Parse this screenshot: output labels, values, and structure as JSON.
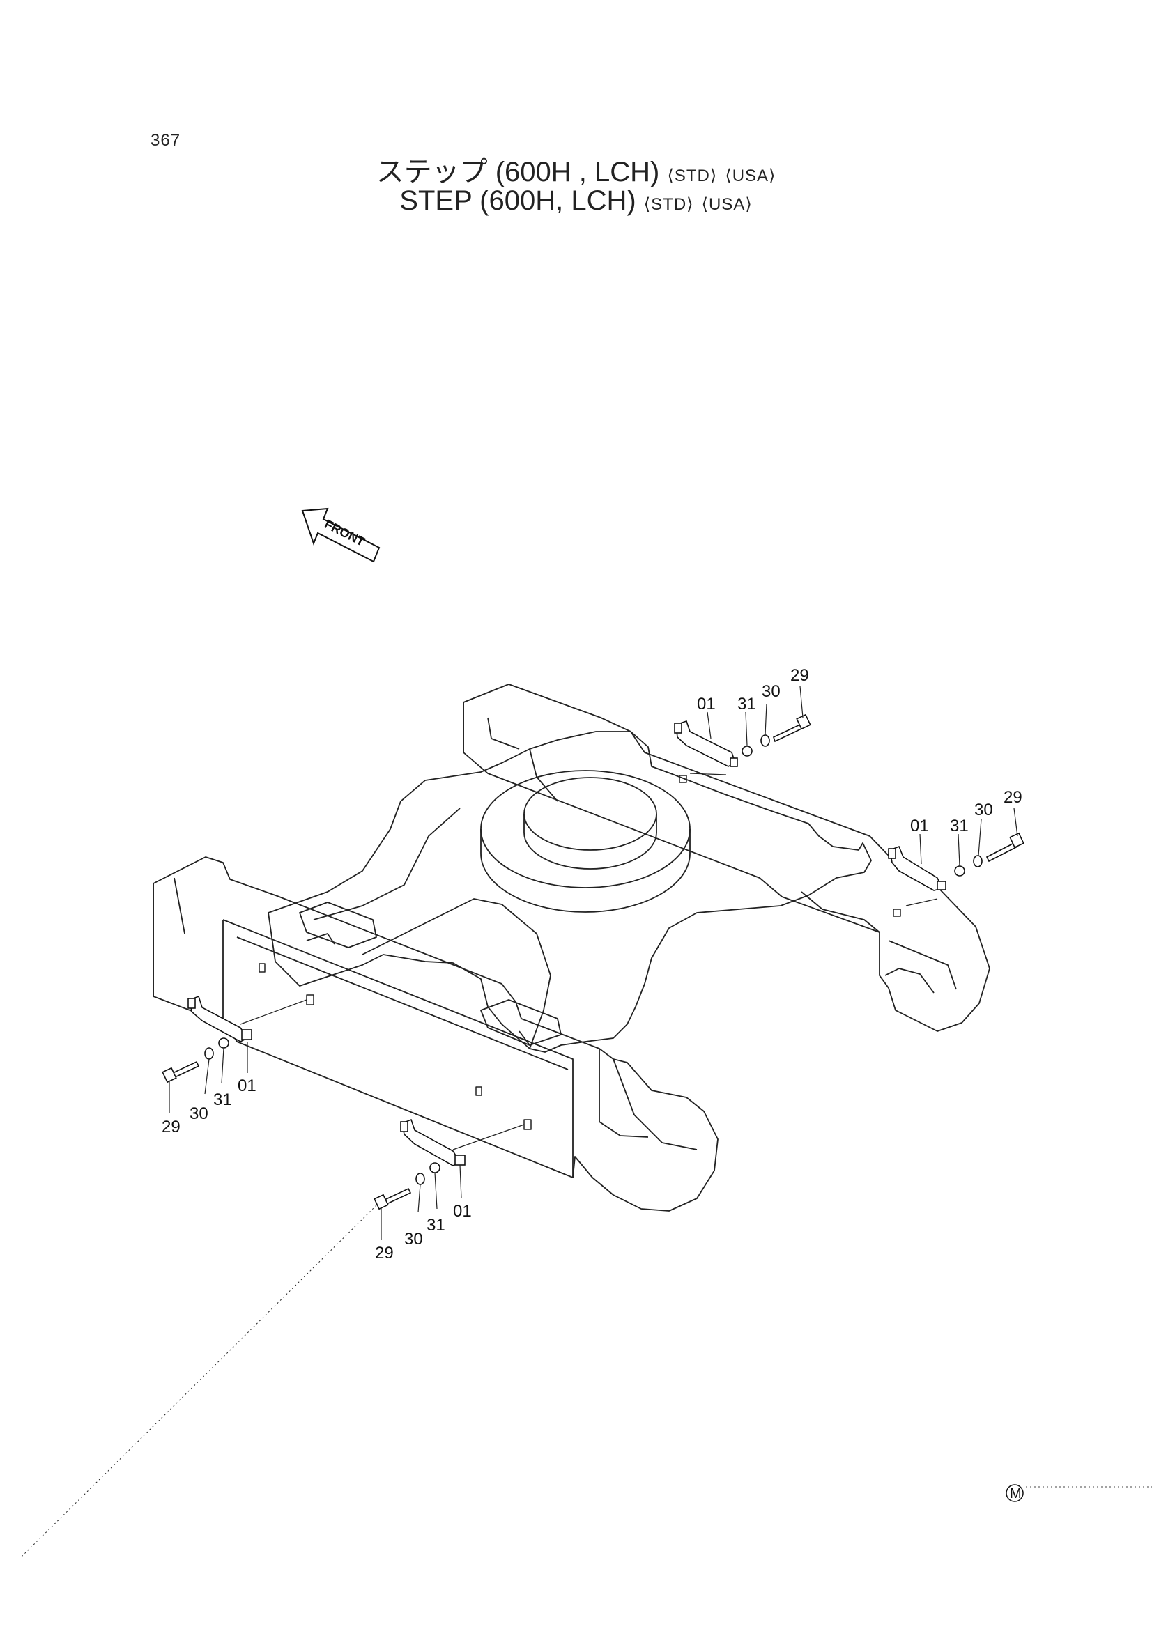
{
  "page": {
    "number": "367"
  },
  "title": {
    "jp_main": "ステップ (600H , LCH)",
    "en_main": "STEP  (600H, LCH)",
    "tag_std": "⟨STD⟩",
    "tag_usa": "⟨USA⟩"
  },
  "diagram": {
    "front_label": "FRONT",
    "m_mark": "M",
    "callouts": {
      "ur": {
        "p01": "01",
        "p31": "31",
        "p30": "30",
        "p29": "29"
      },
      "r": {
        "p01": "01",
        "p31": "31",
        "p30": "30",
        "p29": "29"
      },
      "l": {
        "p29": "29",
        "p30": "30",
        "p31": "31",
        "p01": "01"
      },
      "b": {
        "p29": "29",
        "p30": "30",
        "p31": "31",
        "p01": "01"
      }
    }
  }
}
